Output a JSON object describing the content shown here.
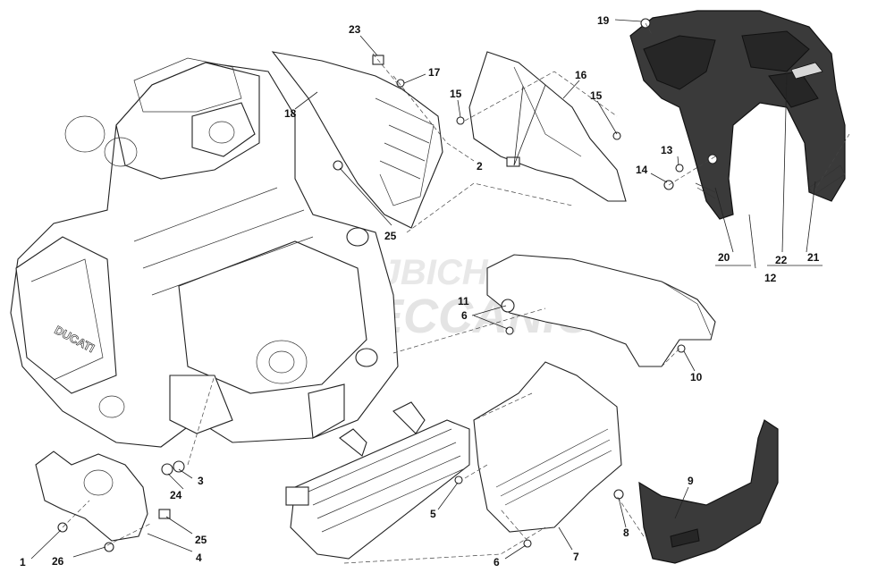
{
  "diagram": {
    "callouts": [
      {
        "id": "c1",
        "text": "1"
      },
      {
        "id": "c2",
        "text": "2"
      },
      {
        "id": "c3",
        "text": "3"
      },
      {
        "id": "c4",
        "text": "4"
      },
      {
        "id": "c5",
        "text": "5"
      },
      {
        "id": "c6a",
        "text": "6"
      },
      {
        "id": "c6b",
        "text": "6"
      },
      {
        "id": "c7",
        "text": "7"
      },
      {
        "id": "c8",
        "text": "8"
      },
      {
        "id": "c9",
        "text": "9"
      },
      {
        "id": "c10",
        "text": "10"
      },
      {
        "id": "c11",
        "text": "11"
      },
      {
        "id": "c12",
        "text": "12"
      },
      {
        "id": "c13",
        "text": "13"
      },
      {
        "id": "c14",
        "text": "14"
      },
      {
        "id": "c15a",
        "text": "15"
      },
      {
        "id": "c15b",
        "text": "15"
      },
      {
        "id": "c16",
        "text": "16"
      },
      {
        "id": "c17",
        "text": "17"
      },
      {
        "id": "c18",
        "text": "18"
      },
      {
        "id": "c19",
        "text": "19"
      },
      {
        "id": "c20",
        "text": "20"
      },
      {
        "id": "c21",
        "text": "21"
      },
      {
        "id": "c22",
        "text": "22"
      },
      {
        "id": "c23",
        "text": "23"
      },
      {
        "id": "c24",
        "text": "24"
      },
      {
        "id": "c25a",
        "text": "25"
      },
      {
        "id": "c25b",
        "text": "25"
      },
      {
        "id": "c26",
        "text": "26"
      }
    ]
  },
  "engine_logo": "DUCATI",
  "watermark": {
    "line1": "BEJBICH",
    "line2": "MECCANICA",
    "color": "#e0e0e0"
  },
  "colors": {
    "line": "#222222",
    "dark_part": "#3a3a3a",
    "background": "#ffffff"
  }
}
